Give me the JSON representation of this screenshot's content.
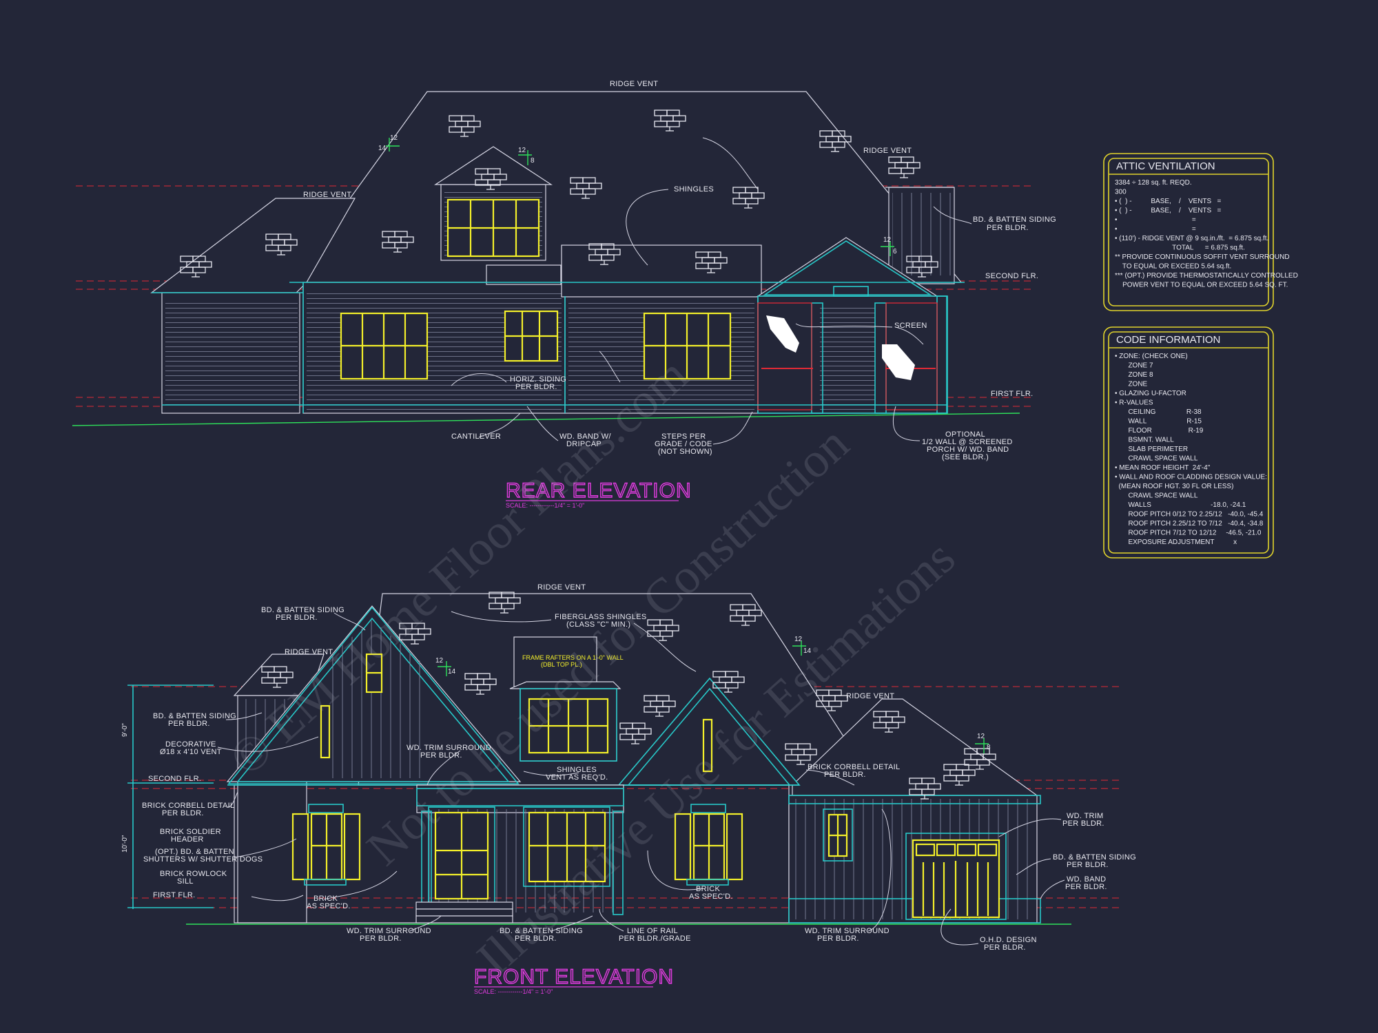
{
  "rear_elevation": {
    "title": "REAR ELEVATION",
    "scale": "SCALE: ------------1/4\" = 1'-0\"",
    "notes": {
      "ridge_vent_top": "RIDGE VENT",
      "ridge_vent_left": "RIDGE VENT",
      "ridge_vent_right": "RIDGE VENT",
      "shingles": "SHINGLES",
      "bd_batten_1": "BD. & BATTEN SIDING",
      "bd_batten_2": "PER BLDR.",
      "second_flr": "SECOND FLR.",
      "screen": "SCREEN",
      "first_flr": "FIRST FLR.",
      "horiz_1": "HORIZ. SIDING",
      "horiz_2": "PER BLDR.",
      "cantilever": "CANTILEVER",
      "band_1": "WD. BAND W/",
      "band_2": "DRIPCAP",
      "steps_1": "STEPS PER",
      "steps_2": "GRADE / CODE",
      "steps_3": "(NOT SHOWN)",
      "opt_1": "OPTIONAL",
      "opt_2": "1/2 WALL @ SCREENED",
      "opt_3": "PORCH W/ WD. BAND",
      "opt_4": "(SEE BLDR.)",
      "pitch_a_rise": "12",
      "pitch_a_run": "14",
      "pitch_b_rise": "12",
      "pitch_b_run": "8",
      "pitch_c_rise": "12",
      "pitch_c_run": "6"
    }
  },
  "front_elevation": {
    "title": "FRONT ELEVATION",
    "scale": "SCALE: ------------1/4\" = 1'-0\"",
    "notes": {
      "ridge_vent_top": "RIDGE VENT",
      "ridge_vent_left": "RIDGE VENT",
      "ridge_vent_right": "RIDGE VENT",
      "bd_batten_top_1": "BD. & BATTEN SIDING",
      "bd_batten_top_2": "PER BLDR.",
      "fiberglass_1": "FIBERGLASS SHINGLES",
      "fiberglass_2": "(CLASS \"C\" MIN.)",
      "frame_1": "FRAME RAFTERS ON A 1'-0\" WALL",
      "frame_2": "(DBL TOP PL.)",
      "bd_batten_left_1": "BD. & BATTEN SIDING",
      "bd_batten_left_2": "PER BLDR.",
      "decorative_1": "DECORATIVE",
      "decorative_2": "Ø18 x 4'10 VENT",
      "trim_mid_1": "WD. TRIM SURROUND",
      "trim_mid_2": "PER BLDR.",
      "shingles_1": "SHINGLES",
      "shingles_2": "VENT AS REQ'D.",
      "second_flr": "SECOND FLR.",
      "corbell_left_1": "BRICK CORBELL DETAIL",
      "corbell_left_2": "PER BLDR.",
      "soldier_1": "BRICK SOLDIER",
      "soldier_2": "HEADER",
      "shutters_1": "(OPT.) BD. & BATTEN",
      "shutters_2": "SHUTTERS W/ SHUTTER DOGS",
      "rowlock_1": "BRICK ROWLOCK",
      "rowlock_2": "SILL",
      "first_flr": "FIRST FLR.",
      "brick_left_1": "BRICK",
      "brick_left_2": "AS SPEC'D.",
      "brick_right_1": "BRICK",
      "brick_right_2": "AS SPEC'D.",
      "trim_bottom_left_1": "WD. TRIM SURROUND",
      "trim_bottom_left_2": "PER BLDR.",
      "bd_batten_bottom_1": "BD. & BATTEN SIDING",
      "bd_batten_bottom_2": "PER BLDR.",
      "rail_1": "LINE OF RAIL",
      "rail_2": "PER BLDR./GRADE",
      "trim_bottom_right_1": "WD. TRIM SURROUND",
      "trim_bottom_right_2": "PER BLDR.",
      "corbell_right_1": "BRICK CORBELL DETAIL",
      "corbell_right_2": "PER BLDR.",
      "wd_trim_1": "WD. TRIM",
      "wd_trim_2": "PER BLDR.",
      "bd_batten_right_1": "BD. & BATTEN SIDING",
      "bd_batten_right_2": "PER BLDR.",
      "wd_band_1": "WD. BAND",
      "wd_band_2": "PER BLDR.",
      "ohd_1": "O.H.D. DESIGN",
      "ohd_2": "PER BLDR.",
      "dim_upper": "9'-0\"",
      "dim_lower": "10'-0\"",
      "pitch_a_rise": "12",
      "pitch_a_run": "14",
      "pitch_b_rise": "12",
      "pitch_b_run": "14",
      "pitch_c_rise": "12",
      "pitch_c_run": "8"
    }
  },
  "attic_ventilation": {
    "title": "ATTIC VENTILATION",
    "lines": [
      "3384 ÷ 128 sq. ft. REQD.",
      "300",
      "• (  ) -          BASE,    /    VENTS   =",
      "• (  ) -          BASE,    /    VENTS   =",
      "•                                       =",
      "•                                       =",
      "• (110') - RIDGE VENT @ 9 sq.in./ft.  = 6.875 sq.ft.",
      "                              TOTAL      = 6.875 sq.ft.",
      "** PROVIDE CONTINUOUS SOFFIT VENT SURROUND",
      "    TO EQUAL OR EXCEED 5.64 sq.ft.",
      "*** (OPT.) PROVIDE THERMOSTATICALLY CONTROLLED",
      "    POWER VENT TO EQUAL OR EXCEED 5.64 SQ. FT."
    ]
  },
  "code_information": {
    "title": "CODE INFORMATION",
    "lines": [
      "• ZONE: (CHECK ONE)",
      "       ZONE 7",
      "       ZONE 8",
      "       ZONE",
      "• GLAZING U-FACTOR",
      "• R-VALUES",
      "       CEILING                R-38",
      "       WALL                     R-15",
      "       FLOOR                   R-19",
      "       BSMNT. WALL",
      "       SLAB PERIMETER",
      "       CRAWL SPACE WALL",
      "• MEAN ROOF HEIGHT  24'-4\"",
      "• WALL AND ROOF CLADDING DESIGN VALUE:",
      "  (MEAN ROOF HGT. 30 FL OR LESS)",
      "       CRAWL SPACE WALL",
      "       WALLS                               -18.0, -24.1",
      "       ROOF PITCH 0/12 TO 2.25/12   -40.0, -45.4",
      "       ROOF PITCH 2.25/12 TO 7/12   -40.4, -34.8",
      "       ROOF PITCH 7/12 TO 12/12     -46.5, -21.0",
      "       EXPOSURE ADJUSTMENT          x"
    ]
  },
  "watermark": {
    "line_1": "© EM Home Floor Plans.com",
    "line_2": "Not to be used for Construction",
    "line_3": "Illustrative Use for Estimations"
  },
  "colors": {
    "background": "#232638",
    "linework": "#d8d8e6",
    "trim_cyan": "#27c9c9",
    "window_yellow": "#f4f02a",
    "title_magenta": "#e23ce0",
    "level_red": "#e12a36",
    "grade_green": "#2ee05a",
    "table_border": "#e1d42c"
  }
}
